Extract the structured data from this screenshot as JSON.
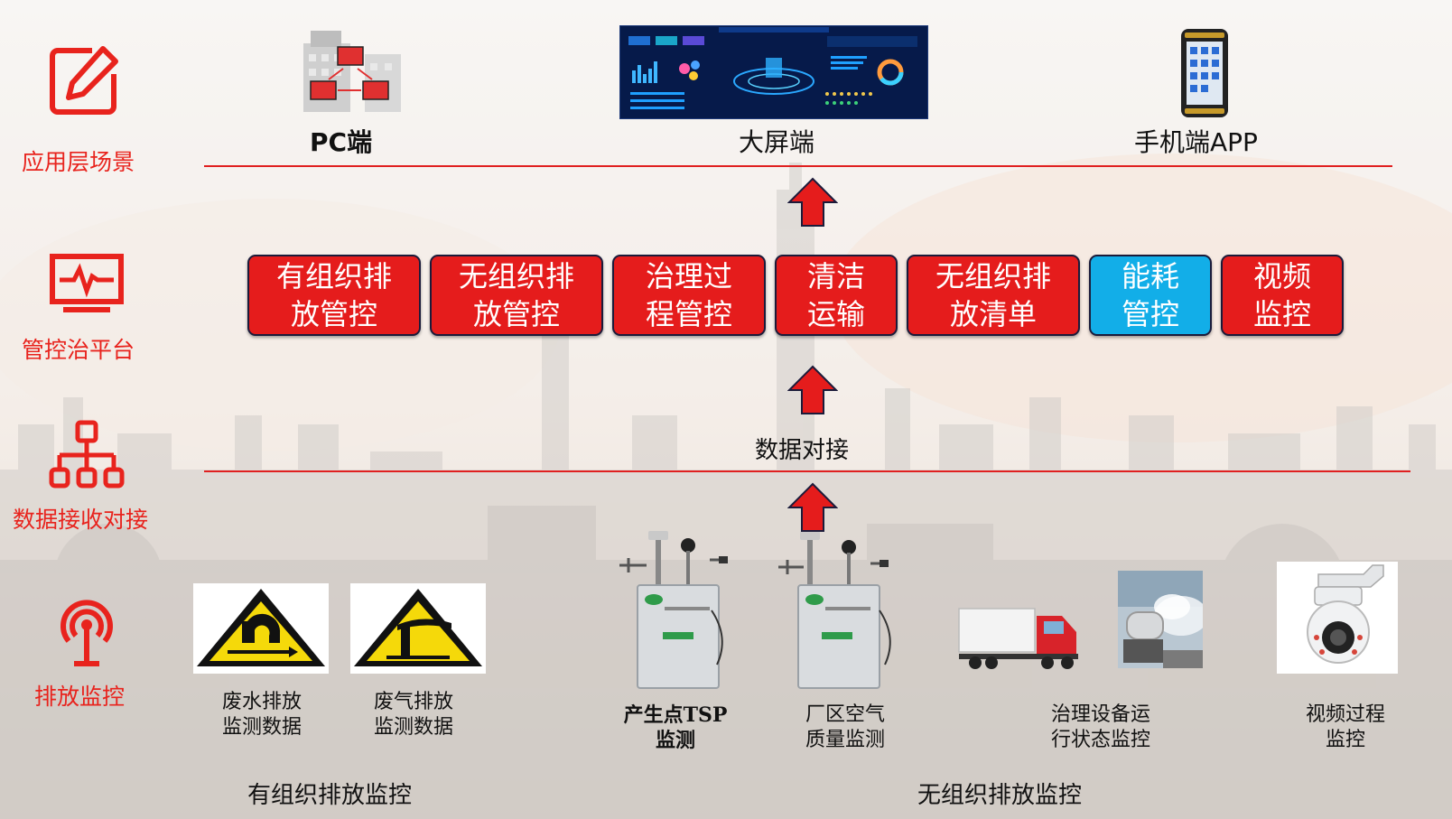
{
  "side": {
    "application": "应用层场景",
    "platform": "管控治平台",
    "data": "数据接收对接",
    "emission": "排放监控"
  },
  "apps": {
    "pc": "PC端",
    "bigscreen": "大屏端",
    "mobile": "手机端APP"
  },
  "modules": [
    {
      "line1": "有组织排",
      "line2": "放管控"
    },
    {
      "line1": "无组织排",
      "line2": "放管控"
    },
    {
      "line1": "治理过",
      "line2": "程管控"
    },
    {
      "line1": "清洁",
      "line2": "运输"
    },
    {
      "line1": "无组织排",
      "line2": "放清单"
    },
    {
      "line1": "能耗",
      "line2": "管控"
    },
    {
      "line1": "视频",
      "line2": "监控"
    }
  ],
  "data_link": "数据对接",
  "monitors": [
    {
      "line1": "废水排放",
      "line2": "监测数据"
    },
    {
      "line1": "废气排放",
      "line2": "监测数据"
    },
    {
      "line1": "产生点TSP",
      "line2": "监测"
    },
    {
      "line1": "厂区空气",
      "line2": "质量监测"
    },
    {
      "line1": "治理设备运",
      "line2": "行状态监控"
    },
    {
      "line1": "视频过程",
      "line2": "监控"
    }
  ],
  "groups": {
    "organized": "有组织排放监控",
    "unorganized": "无组织排放监控"
  },
  "colors": {
    "accent_red": "#e51c1c",
    "accent_blue": "#12aee8",
    "label_red": "#e8231d"
  }
}
